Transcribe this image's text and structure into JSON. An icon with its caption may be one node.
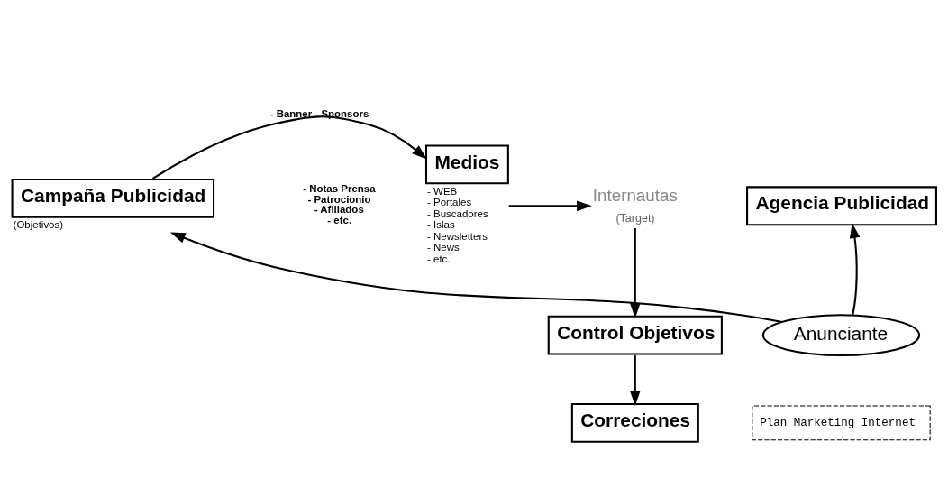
{
  "diagram": {
    "nodes": [
      {
        "text": [
          "Campaña Publicidad"
        ],
        "beside": [
          "(Objetivos)"
        ]
      },
      {
        "text": [
          "Medios"
        ],
        "beside": [
          "- WEB",
          "- Portales",
          "- Buscadores",
          "- Islas",
          "- Newsletters",
          "- News",
          "- etc."
        ]
      },
      {
        "text": [
          "Internautas"
        ],
        "beside": [
          "(Target)"
        ]
      },
      {
        "text": [
          "Agencia Publicidad"
        ]
      },
      {
        "text": [
          "Control Objetivos"
        ]
      },
      {
        "text": [
          "Anunciante"
        ]
      },
      {
        "text": [
          "Correciones"
        ]
      },
      {
        "text": [
          "Plan Marketing Internet"
        ]
      }
    ],
    "edges": [
      {
        "from": 0,
        "to": 1,
        "arrow": "to",
        "label": "- Banner - Sponsors"
      },
      {
        "from": 1,
        "to": 2,
        "arrow": "to"
      },
      {
        "from": 2,
        "to": 4,
        "arrow": "to"
      },
      {
        "from": 4,
        "to": 6,
        "arrow": "to"
      },
      {
        "from": 5,
        "to": 0,
        "arrow": "to"
      },
      {
        "from": 5,
        "to": 3,
        "arrow": "to"
      }
    ],
    "labels": [
      "- Notas Prensa",
      "- Patrocionio",
      "- Afiliados",
      "- etc."
    ]
  }
}
